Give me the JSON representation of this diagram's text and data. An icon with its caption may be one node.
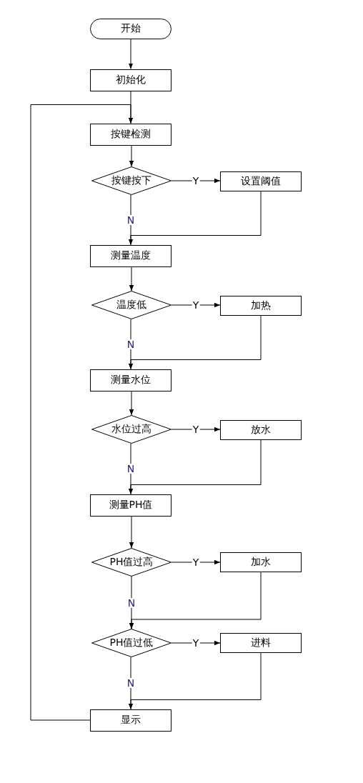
{
  "diagram": {
    "nodes": [
      {
        "text": [
          "开始"
        ]
      },
      {
        "text": [
          "初始化"
        ]
      },
      {
        "text": [
          "按键检测"
        ]
      },
      {
        "text": [
          "按键按下"
        ]
      },
      {
        "text": [
          "设置阈值"
        ]
      },
      {
        "text": [
          "测量温度"
        ]
      },
      {
        "text": [
          "温度低"
        ]
      },
      {
        "text": [
          "加热"
        ]
      },
      {
        "text": [
          "测量水位"
        ]
      },
      {
        "text": [
          "水位过高"
        ]
      },
      {
        "text": [
          "放水"
        ]
      },
      {
        "text": [
          "测量PH值"
        ]
      },
      {
        "text": [
          "PH值过高"
        ]
      },
      {
        "text": [
          "加水"
        ]
      },
      {
        "text": [
          "PH值过低"
        ]
      },
      {
        "text": [
          "进料"
        ]
      },
      {
        "text": [
          "显示"
        ]
      }
    ],
    "edges": [
      {
        "from": 0,
        "to": 1,
        "arrow": "to"
      },
      {
        "from": 1,
        "to": 2,
        "arrow": "to"
      },
      {
        "from": 2,
        "to": 3,
        "arrow": "to"
      },
      {
        "from": 3,
        "to": 4,
        "arrow": "to",
        "label": "Y"
      },
      {
        "from": 3,
        "to": 5,
        "arrow": "to",
        "label": "N"
      },
      {
        "from": 4,
        "to": 5,
        "arrow": "to"
      },
      {
        "from": 5,
        "to": 6,
        "arrow": "to"
      },
      {
        "from": 6,
        "to": 7,
        "arrow": "to",
        "label": "Y"
      },
      {
        "from": 6,
        "to": 8,
        "arrow": "to",
        "label": "N"
      },
      {
        "from": 7,
        "to": 8,
        "arrow": "to"
      },
      {
        "from": 8,
        "to": 9,
        "arrow": "to"
      },
      {
        "from": 9,
        "to": 10,
        "arrow": "to",
        "label": "Y"
      },
      {
        "from": 9,
        "to": 11,
        "arrow": "to",
        "label": "N"
      },
      {
        "from": 10,
        "to": 11,
        "arrow": "to"
      },
      {
        "from": 11,
        "to": 12,
        "arrow": "to"
      },
      {
        "from": 12,
        "to": 13,
        "arrow": "to",
        "label": "Y"
      },
      {
        "from": 12,
        "to": 14,
        "arrow": "to",
        "label": "N"
      },
      {
        "from": 13,
        "to": 14,
        "arrow": "to"
      },
      {
        "from": 14,
        "to": 15,
        "arrow": "to",
        "label": "Y"
      },
      {
        "from": 14,
        "to": 16,
        "arrow": "to",
        "label": "N"
      },
      {
        "from": 15,
        "to": 16,
        "arrow": "to"
      },
      {
        "from": 16,
        "to": 2,
        "arrow": "to"
      }
    ]
  }
}
